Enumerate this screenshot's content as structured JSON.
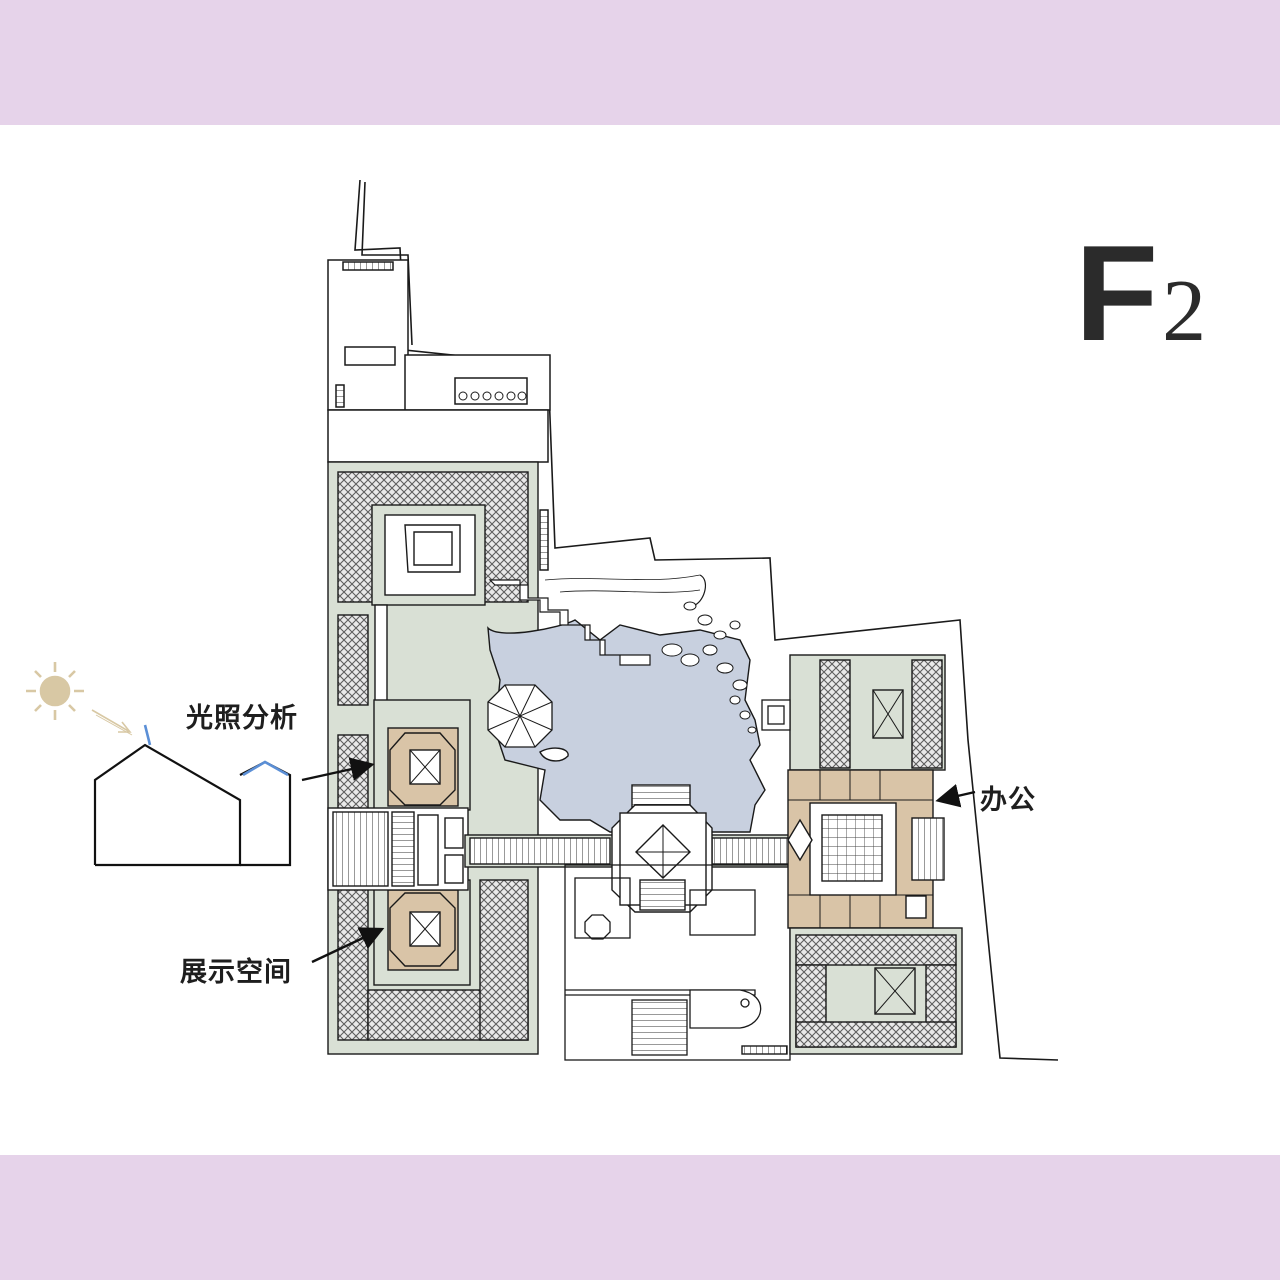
{
  "floor": {
    "letter": "F",
    "number": "2"
  },
  "labels": {
    "light_analysis": "光照分析",
    "office": "办公",
    "exhibition": "展示空间"
  },
  "colors": {
    "band": "#e6d3ea",
    "garden_green": "#d9e0d5",
    "paving": "#7d7d7d",
    "room_tan": "#d9c4a7",
    "water": "#c8d0df",
    "line": "#1a1a1a",
    "roof_blue": "#5b8fd6",
    "sun": "#d8c8a4"
  },
  "icons": [
    "sun-icon",
    "arrow-icon",
    "house-section-icon",
    "pond-icon",
    "pavilion-icon"
  ]
}
